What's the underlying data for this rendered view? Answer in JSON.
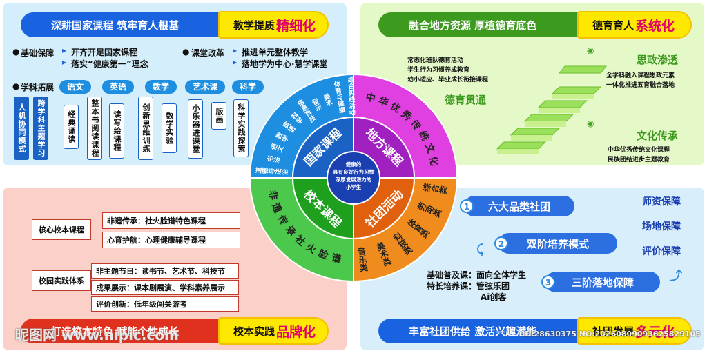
{
  "colors": {
    "blue_banner": "#1a63e0",
    "green_banner": "#3c9a1e",
    "red_banner": "#e0301e",
    "accent_tag": "#ffe800",
    "highlight": "#e0006a"
  },
  "tl": {
    "banner": "深耕国家课程  筑牢育人根基",
    "tag_prefix": "教学提质",
    "tag_highlight": "精细化",
    "basic_label": "基础保障",
    "basic_items": [
      "开齐开足国家课程",
      "落实“健康第一”理念"
    ],
    "reform_label": "课堂改革",
    "reform_items": [
      "推进单元整体教学",
      "落地学为中心·慧学课堂"
    ],
    "ext_label": "学科拓展",
    "subjects": [
      "语文",
      "英语",
      "数学",
      "艺术课",
      "科学"
    ],
    "boxes": [
      "人机协同模式",
      "跨学科主题学习",
      "经典诵读",
      "整本书阅读课程",
      "读写绘课程",
      "创新思维训练",
      "数学实验",
      "小乐器进课堂",
      "版画",
      "科学实践探索"
    ]
  },
  "tr": {
    "banner": "融合地方资源  厚植德育底色",
    "tag_prefix": "德育育人",
    "tag_highlight": "系统化",
    "left_text": [
      "常态化班队德育活动",
      "学生行为习惯养成教育",
      "幼小适应、毕业成长衔接课程"
    ],
    "l1": "思政渗透",
    "l1_text": [
      "全学科融入课程思政元素",
      "一体化推进五育融合落地"
    ],
    "l2": "德育贯通",
    "l3": "文化传承",
    "l3_text": [
      "中华优秀传统文化课程",
      "民族团结进步主题教育"
    ]
  },
  "bl": {
    "core_label": "核心校本课程",
    "core_items": [
      "非遗传承：社火脸谱特色课程",
      "心育护航：心理健康辅导课程"
    ],
    "practice_label": "校园实践体系",
    "practice_items": [
      "非主题节日：读书节、艺术节、科技节",
      "成果展示：课本剧展演、学科素养展示",
      "评价创新：低年级闯关游考"
    ],
    "banner": "打造校本特色  赋能个性成长",
    "tag_prefix": "校本实践",
    "tag_highlight": "品牌化"
  },
  "br": {
    "steps": [
      {
        "n": "1",
        "label": "六大品类社团"
      },
      {
        "n": "2",
        "label": "双阶培养模式"
      },
      {
        "n": "3",
        "label": "三阶落地保障"
      }
    ],
    "courses": [
      "基础普及课：面向全体学生",
      "特长培养课：管弦乐团",
      "Ai创客"
    ],
    "guarantees": [
      "师资保障",
      "场地保障",
      "评价保障"
    ],
    "banner": "丰富社团供给  激活兴趣潜能",
    "tag_prefix": "社团发展",
    "tag_highlight": "多元化"
  },
  "wheel": {
    "center": [
      "健康的",
      "具有良好行为习惯",
      "深厚发展潜力的",
      "小学生"
    ],
    "quadrants": [
      "国家课程",
      "地方课程",
      "校本课程",
      "社团活动"
    ],
    "outer_tl": [
      "道德与法治",
      "书法",
      "语文",
      "数学",
      "英语",
      "科学",
      "信息科技",
      "音乐",
      "美术",
      "体育与健康",
      "综合实践活动"
    ],
    "outer_tr": "中华优秀传统文化",
    "outer_bl": "非遗传承社火脸谱",
    "outer_br": [
      "综合类",
      "劳动类",
      "体育类",
      "科技类",
      "美术类",
      "音乐类"
    ]
  },
  "watermark": {
    "left": "昵图网 www.nipic.com",
    "right": "ID:28630375 NO:20260809093625829105"
  }
}
